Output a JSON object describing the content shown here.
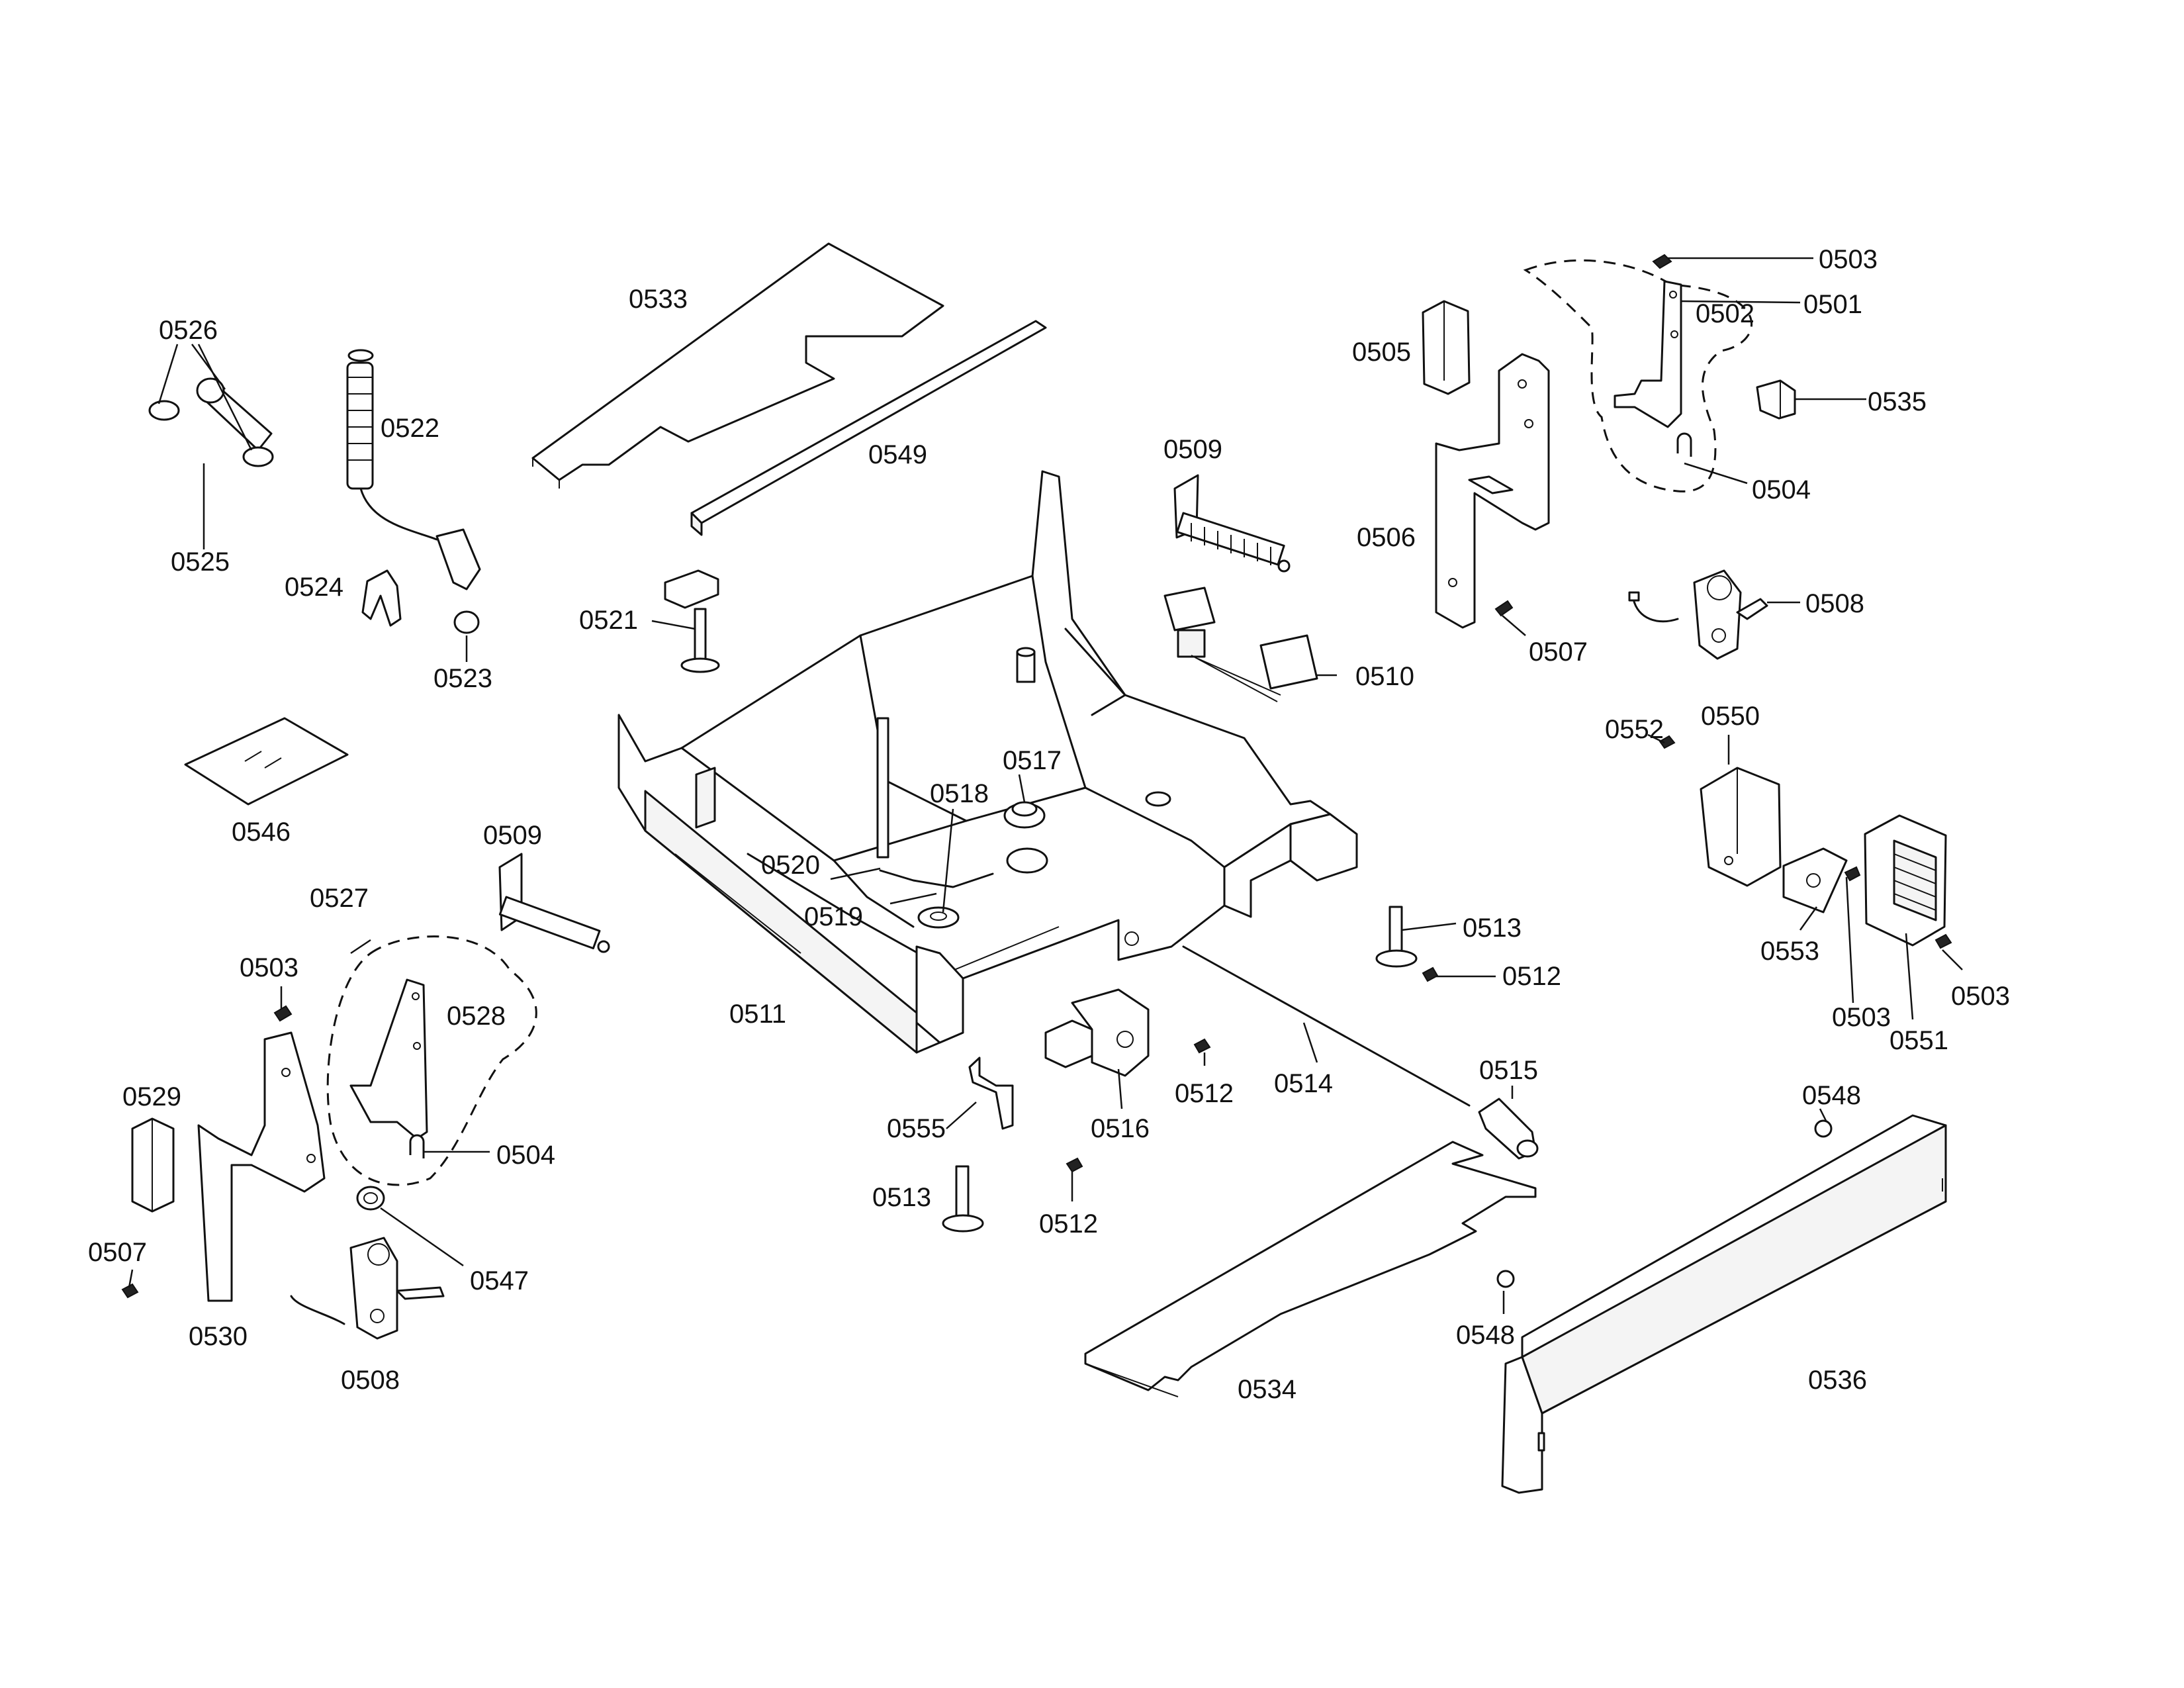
{
  "callouts": {
    "c0501": "0501",
    "c0502": "0502",
    "c0503a": "0503",
    "c0503b": "0503",
    "c0503c": "0503",
    "c0503d": "0503",
    "c0504a": "0504",
    "c0504b": "0504",
    "c0505": "0505",
    "c0506": "0506",
    "c0507a": "0507",
    "c0507b": "0507",
    "c0508a": "0508",
    "c0508b": "0508",
    "c0509a": "0509",
    "c0509b": "0509",
    "c0510": "0510",
    "c0511": "0511",
    "c0512a": "0512",
    "c0512b": "0512",
    "c0512c": "0512",
    "c0513a": "0513",
    "c0513b": "0513",
    "c0514": "0514",
    "c0515": "0515",
    "c0516": "0516",
    "c0517": "0517",
    "c0518": "0518",
    "c0519": "0519",
    "c0520": "0520",
    "c0521": "0521",
    "c0522": "0522",
    "c0523": "0523",
    "c0524": "0524",
    "c0525": "0525",
    "c0526": "0526",
    "c0527": "0527",
    "c0528": "0528",
    "c0529": "0529",
    "c0530": "0530",
    "c0533": "0533",
    "c0534": "0534",
    "c0535": "0535",
    "c0536": "0536",
    "c0546": "0546",
    "c0547": "0547",
    "c0548a": "0548",
    "c0548b": "0548",
    "c0549": "0549",
    "c0550": "0550",
    "c0551": "0551",
    "c0552": "0552",
    "c0553": "0553",
    "c0555": "0555"
  }
}
